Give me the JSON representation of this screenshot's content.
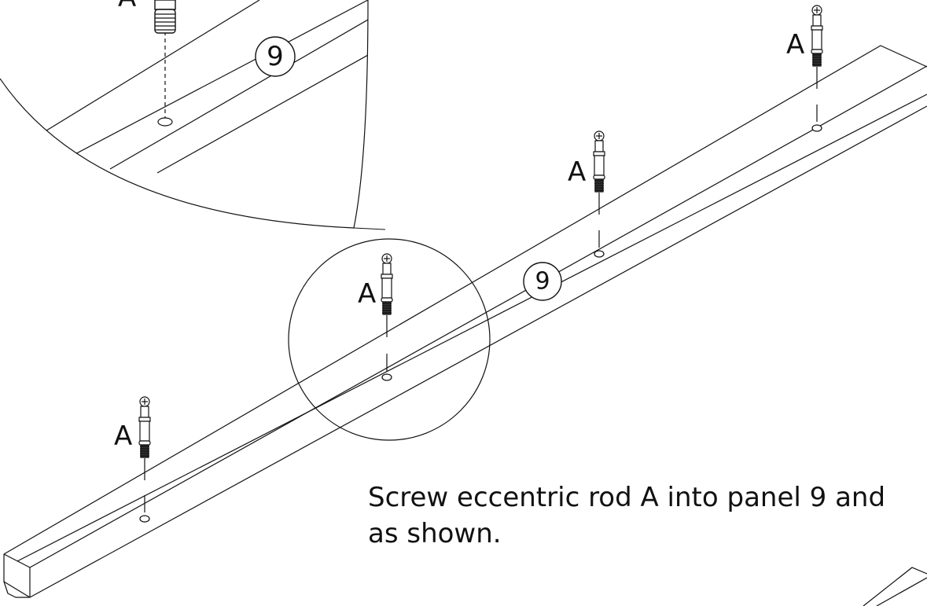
{
  "instruction": {
    "line1": "Screw eccentric rod A into panel 9 and",
    "line2": "as shown."
  },
  "part_label": "A",
  "panel_number": "9",
  "colors": {
    "ink": "#111111",
    "background": "#ffffff"
  }
}
